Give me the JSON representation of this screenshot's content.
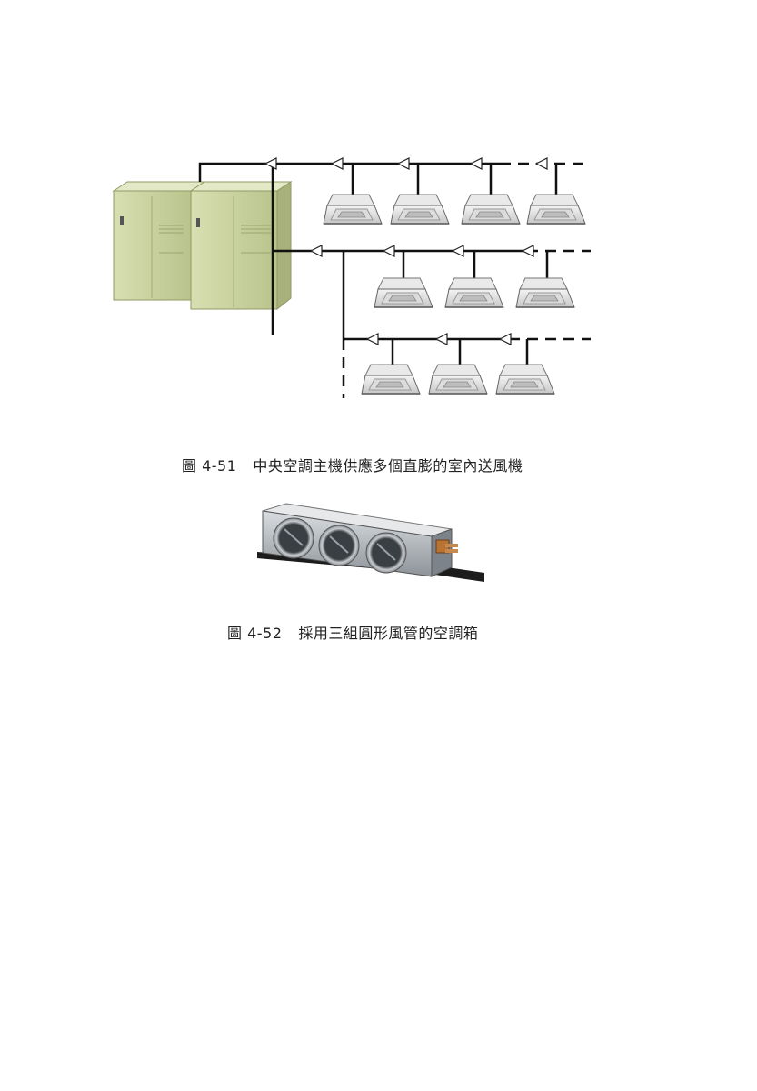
{
  "figures": [
    {
      "number": "圖 4-51",
      "title": "中央空調主機供應多個直膨的室內送風機"
    },
    {
      "number": "圖 4-52",
      "title": "採用三組圓形風管的空調箱"
    }
  ],
  "colors": {
    "outdoor_unit": "#c9d3a0",
    "pipe": "#111111",
    "duct_box": "#9aa0a6"
  }
}
